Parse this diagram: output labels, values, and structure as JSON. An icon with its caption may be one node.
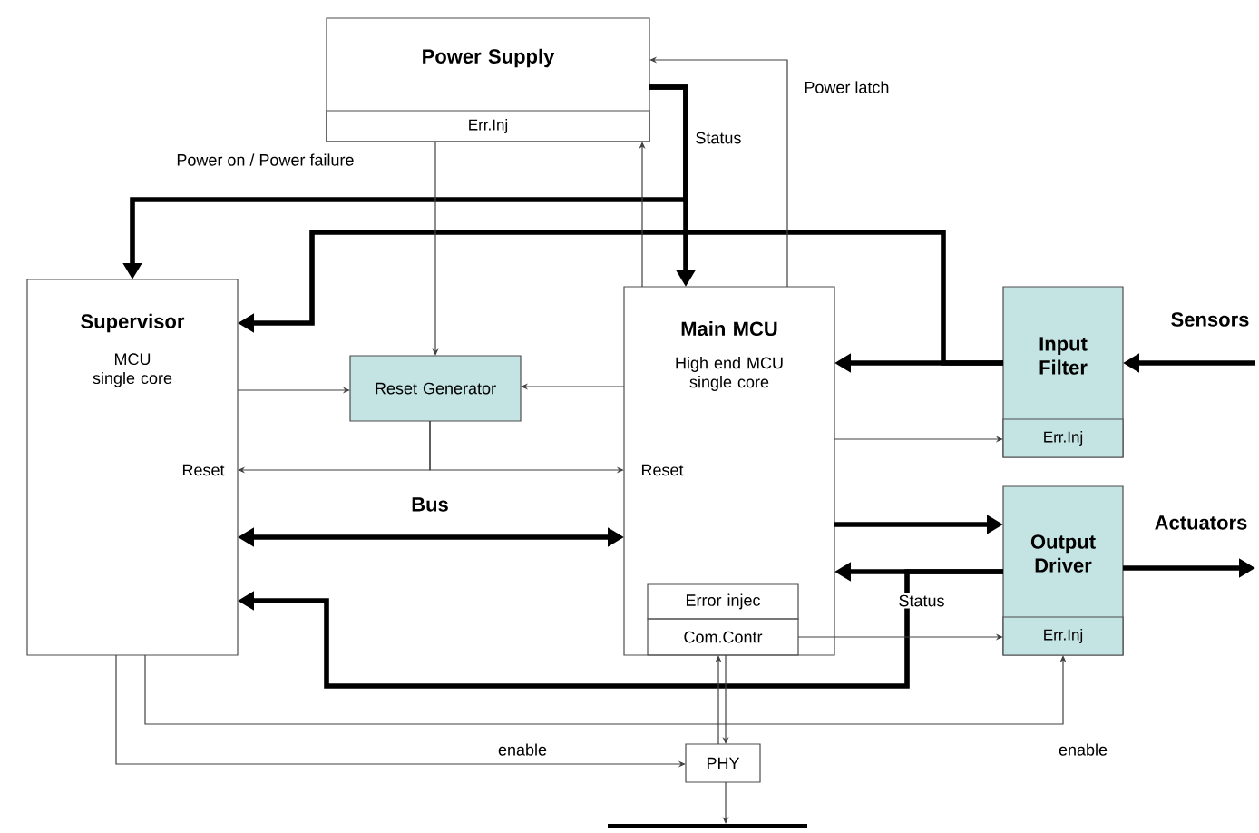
{
  "diagram": {
    "nodes": [
      {
        "text": [
          "Power Supply"
        ]
      },
      {
        "text": [
          "Err.Inj"
        ],
        "in": 0
      },
      {
        "text": [
          "Supervisor",
          "MCU single core"
        ]
      },
      {
        "text": [
          "Reset Generator"
        ]
      },
      {
        "text": [
          "Main MCU",
          "High end MCU single core"
        ]
      },
      {
        "text": [
          "Error injec"
        ],
        "in": 4
      },
      {
        "text": [
          "Com.Contr"
        ],
        "in": 4
      },
      {
        "text": [
          "Input Filter"
        ]
      },
      {
        "text": [
          "Err.Inj"
        ],
        "in": 7
      },
      {
        "text": [
          "Output Driver"
        ]
      },
      {
        "text": [
          "Err.Inj"
        ],
        "in": 9
      },
      {
        "text": [
          "PHY"
        ]
      },
      {
        "text": [],
        "shape": "bar"
      }
    ],
    "edges": [
      {
        "from": 0,
        "to": 2,
        "arrow": "to",
        "style": "thick",
        "label": "Power on / Power failure"
      },
      {
        "from": 0,
        "to": 4,
        "arrow": "to",
        "style": "thick",
        "label": "Status"
      },
      {
        "from": 7,
        "to": 4,
        "arrow": "to",
        "style": "thick"
      },
      {
        "from": 7,
        "to": 2,
        "arrow": "to",
        "style": "thick"
      },
      {
        "from": 4,
        "to": 9,
        "arrow": "to",
        "style": "thick"
      },
      {
        "from": 9,
        "to": 4,
        "arrow": "to",
        "style": "thick",
        "label": "Status"
      },
      {
        "from": 9,
        "to": 2,
        "arrow": "to",
        "style": "thick"
      },
      {
        "from": 2,
        "to": 4,
        "arrow": "both",
        "style": "thick",
        "label": "Bus"
      },
      {
        "from": 1,
        "to": 3,
        "arrow": "to"
      },
      {
        "from": 2,
        "to": 3,
        "arrow": "to"
      },
      {
        "from": 4,
        "to": 3,
        "arrow": "to"
      },
      {
        "from": 3,
        "to": 2,
        "arrow": "to"
      },
      {
        "from": 3,
        "to": 4,
        "arrow": "to"
      },
      {
        "from": 4,
        "to": 0,
        "arrow": "to"
      },
      {
        "from": 4,
        "to": 0,
        "arrow": "to",
        "label": "Power latch"
      },
      {
        "from": 4,
        "to": 8,
        "arrow": "to"
      },
      {
        "from": 6,
        "to": 10,
        "arrow": "to"
      },
      {
        "from": 6,
        "to": 11,
        "arrow": "to"
      },
      {
        "from": 11,
        "to": 6,
        "arrow": "to"
      },
      {
        "from": 11,
        "to": 12,
        "arrow": "to"
      },
      {
        "from": 2,
        "to": 11,
        "arrow": "to",
        "label": "enable"
      },
      {
        "from": 2,
        "to": 10,
        "arrow": "to",
        "label": "enable"
      },
      {
        "from": null,
        "to": 7,
        "arrow": "to",
        "style": "thick",
        "label": "Sensors"
      },
      {
        "from": 9,
        "to": null,
        "arrow": "to",
        "style": "thick",
        "label": "Actuators"
      }
    ],
    "labels": [
      "Reset",
      "Reset"
    ]
  }
}
